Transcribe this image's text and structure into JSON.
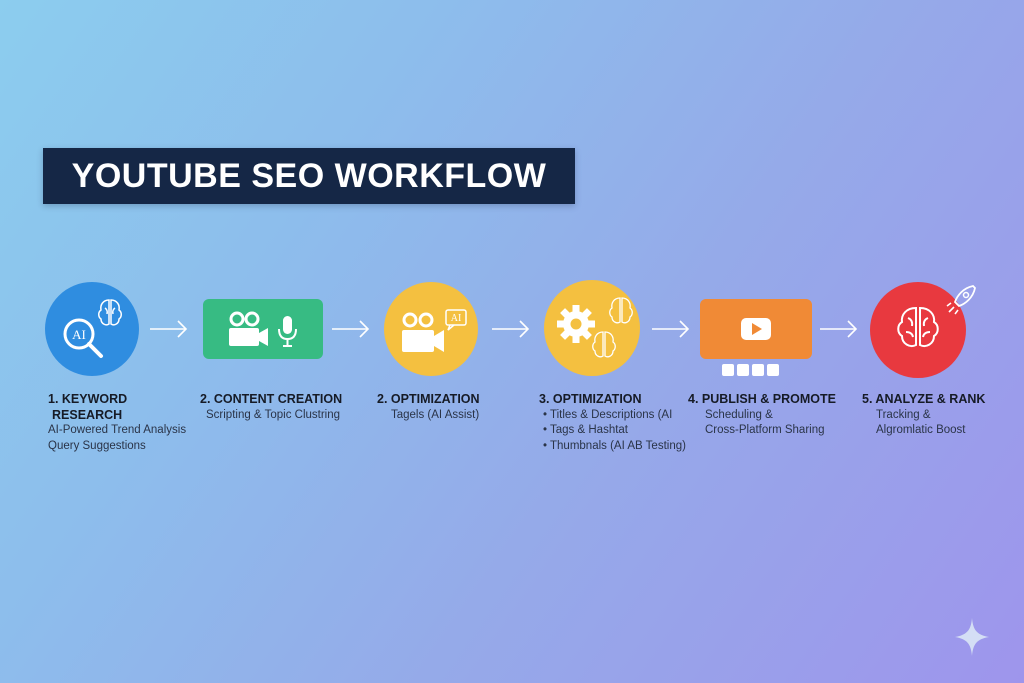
{
  "title": "YOUTUBE SEO WORKFLOW",
  "colors": {
    "title_bg": "#152746",
    "step1": "#2f8de0",
    "step2": "#37bb83",
    "step3": "#f4c040",
    "step4": "#f4c040",
    "step5": "#f08a36",
    "step6": "#e8393f",
    "bg_start": "#8ccdee",
    "bg_end": "#9e95ec"
  },
  "steps": [
    {
      "heading_line1": "1. KEYWORD",
      "heading_line2": "RESEARCH",
      "lines": [
        "AI-Powered Trend Analysis",
        "Query Suggestions"
      ],
      "icon": "ai-search-brain-icon"
    },
    {
      "heading": "2. CONTENT CREATION",
      "lines": [
        "Scripting & Topic Clustring"
      ],
      "icon": "video-camera-microphone-icon"
    },
    {
      "heading": "2. OPTIMIZATION",
      "lines": [
        "Tagels (AI Assist)"
      ],
      "icon": "video-camera-ai-icon"
    },
    {
      "heading": "3. OPTIMIZATION",
      "bullets": [
        "Titles & Descriptions (AI",
        "Tags & Hashtat",
        "Thumbnals (AI AB Testing)"
      ],
      "icon": "gear-brain-icon"
    },
    {
      "heading": "4. PUBLISH & PROMOTE",
      "lines": [
        "Scheduling &",
        "Cross-Platform Sharing"
      ],
      "icon": "youtube-play-icon",
      "social_icons": [
        "facebook-icon",
        "twitter-icon",
        "twitter-icon",
        "share-icon"
      ]
    },
    {
      "heading": "5. ANALYZE & RANK",
      "lines": [
        "Tracking &",
        "Algromlatic Boost"
      ],
      "icon": "brain-rocket-icon"
    }
  ],
  "ai_badge": "AI"
}
